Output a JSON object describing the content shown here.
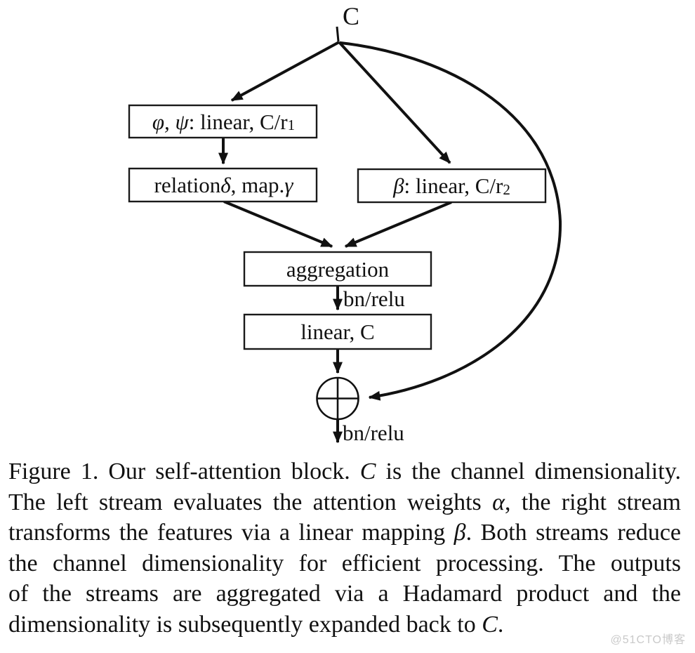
{
  "figure": {
    "input_label": "C",
    "boxes": {
      "phi_psi": {
        "greek": "φ, ψ",
        "rest": ": linear, C/r",
        "sub": "1"
      },
      "relation": {
        "pre": "relation ",
        "delta": "δ",
        "mid": ", map. ",
        "gamma": "γ"
      },
      "beta": {
        "greek": "β",
        "rest": ": linear, C/r",
        "sub": "2"
      },
      "aggregation": {
        "label": "aggregation"
      },
      "linear_c": {
        "label": "linear, C"
      }
    },
    "edge_labels": {
      "bn_relu_top": "bn/relu",
      "bn_relu_bottom": "bn/relu"
    },
    "sum_symbol": "circled-plus",
    "edges": [
      "input -> phi_psi",
      "input -> beta",
      "input -> sum (skip connection)",
      "phi_psi -> relation",
      "relation -> aggregation",
      "beta -> aggregation",
      "aggregation -> linear_c (bn/relu)",
      "linear_c -> sum",
      "sum -> output (bn/relu)"
    ]
  },
  "caption": {
    "lines": [
      {
        "pre": "Figure 1. Our self-attention block.  ",
        "math": "C",
        "post": " is the channel dimensionality."
      },
      {
        "pre": "The left stream evaluates the attention weights ",
        "math": "α",
        "post": ", the right stream"
      },
      {
        "pre": "transforms the features via a linear mapping ",
        "math": "β",
        "post": ".  Both streams reduce"
      },
      {
        "text": "the channel dimensionality for efficient processing.  The outputs"
      },
      {
        "text": "of the streams are aggregated via a Hadamard product and the"
      },
      {
        "pre": "dimensionality is subsequently expanded back to ",
        "math": "C",
        "post": "."
      }
    ]
  },
  "watermark": {
    "text": "@51CTO博客",
    "color": "#c9c9c9"
  },
  "colors": {
    "background": "#ffffff",
    "ink": "#111111"
  }
}
